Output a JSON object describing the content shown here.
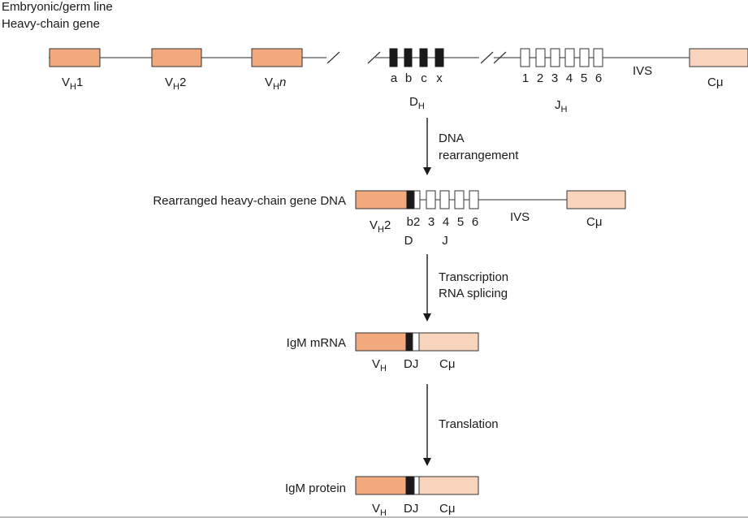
{
  "title": {
    "line1": "Embryonic/germ line",
    "line2": "Heavy-chain gene"
  },
  "germline": {
    "v_labels": [
      {
        "base": "V",
        "sub": "H",
        "suffix": "1",
        "italic": false
      },
      {
        "base": "V",
        "sub": "H",
        "suffix": "2",
        "italic": false
      },
      {
        "base": "V",
        "sub": "H",
        "suffix": "n",
        "italic": true
      }
    ],
    "d_letters": [
      "a",
      "b",
      "c",
      "x"
    ],
    "d_label": {
      "base": "D",
      "sub": "H"
    },
    "j_numbers": [
      "1",
      "2",
      "3",
      "4",
      "5",
      "6"
    ],
    "j_label": {
      "base": "J",
      "sub": "H"
    },
    "ivs": "IVS",
    "c_label": "Cμ"
  },
  "step1": {
    "line1": "DNA",
    "line2": "rearrangement"
  },
  "rearranged": {
    "label": "Rearranged heavy-chain gene DNA",
    "v_label": {
      "base": "V",
      "sub": "H",
      "suffix": "2"
    },
    "b2": "b2",
    "j_numbers": [
      "3",
      "4",
      "5",
      "6"
    ],
    "ivs": "IVS",
    "c_label": "Cμ",
    "d_caption": "D",
    "j_caption": "J"
  },
  "step2": {
    "line1": "Transcription",
    "line2": "RNA splicing"
  },
  "mrna": {
    "label": "IgM mRNA",
    "v_label": {
      "base": "V",
      "sub": "H"
    },
    "dj": "DJ",
    "c_label": "Cμ"
  },
  "step3": {
    "line1": "Translation"
  },
  "protein": {
    "label": "IgM protein",
    "v_label": {
      "base": "V",
      "sub": "H"
    },
    "dj": "DJ",
    "c_label": "Cμ"
  },
  "colors": {
    "v_segment": "#f2a97e",
    "c_segment": "#f9d4bd",
    "d_segment": "#1a1a1a",
    "j_segment": "#ffffff"
  }
}
